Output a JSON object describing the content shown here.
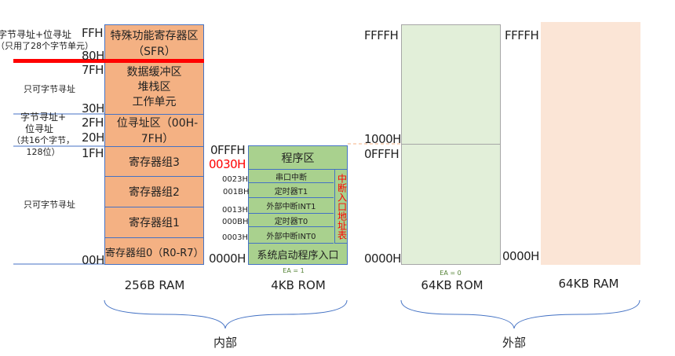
{
  "internal_ram": {
    "label": "256B RAM",
    "regions": [
      "特殊功能寄存器区",
      "（SFR）",
      "数据缓冲区",
      "堆栈区",
      "工作单元",
      "位寻址区（00H-7FH）",
      "寄存器组3",
      "寄存器组2",
      "寄存器组1",
      "寄存器组0（R0-R7）"
    ],
    "addresses": [
      "FFH",
      "80H",
      "7FH",
      "30H",
      "2FH",
      "20H",
      "1FH",
      "00H"
    ],
    "notes": [
      "字节寻址+位寻址",
      "（只用了28个字节单元）",
      "只可字节寻址",
      "字节寻址+",
      "位寻址",
      "（共16个字节，",
      "128位）",
      "只可字节寻址"
    ]
  },
  "internal_rom": {
    "label": "4KB ROM",
    "regions": [
      "程序区",
      "串口中断",
      "定时器T1",
      "外部中断INT1",
      "定时器T0",
      "外部中断INT0",
      "系统启动程序入口"
    ],
    "side_label": "中断入口地址表",
    "addresses": [
      "0FFFH",
      "0030H",
      "0023H",
      "001BH",
      "0013H",
      "000BH",
      "0003H",
      "0000H"
    ],
    "ea": "EA = 1"
  },
  "external_rom": {
    "label": "64KB ROM",
    "addresses": [
      "FFFFH",
      "1000H",
      "0FFFH",
      "0000H"
    ],
    "ea": "EA = 0"
  },
  "external_ram": {
    "label": "64KB RAM",
    "addresses": [
      "FFFFH",
      "0000H"
    ]
  },
  "groups": {
    "internal": "内部",
    "external": "外部"
  },
  "colors": {
    "ram": "#f4b183",
    "rom": "#a9d18e",
    "ext_rom": "#e2efd9",
    "ext_ram": "#fbe5d6",
    "border": "#4472c4",
    "red": "#ff0000"
  }
}
